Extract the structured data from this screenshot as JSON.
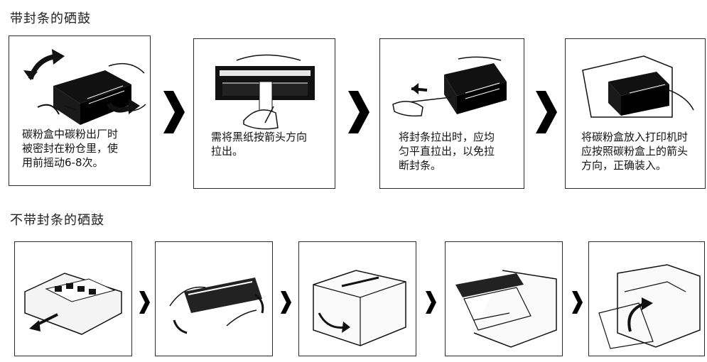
{
  "sections": [
    {
      "title": "带封条的硒鼓",
      "steps": [
        {
          "lines": [
            "碳粉盒中碳粉出厂时",
            "被密封在粉仓里，使",
            "用前摇动6-8次。"
          ],
          "icon": "shake-cartridge-illustration"
        },
        {
          "lines": [
            "需将黑纸按箭头方向",
            "拉出。"
          ],
          "icon": "pull-black-paper-illustration"
        },
        {
          "lines": [
            "将封条拉出时，应均",
            "匀平直拉出，以免拉",
            "断封条。"
          ],
          "icon": "pull-seal-strip-illustration"
        },
        {
          "lines": [
            "将碳粉盒放入打印机时",
            "应按照碳粉盒上的箭头",
            "方向，正确装入。"
          ],
          "icon": "insert-cartridge-illustration"
        }
      ]
    },
    {
      "title": "不带封条的硒鼓",
      "steps": [
        {
          "icon": "remove-cartridge-from-bag-illustration"
        },
        {
          "icon": "rotate-cartridge-illustration"
        },
        {
          "icon": "open-printer-cover-illustration"
        },
        {
          "icon": "insert-cartridge-into-printer-illustration"
        },
        {
          "icon": "close-printer-cover-illustration"
        }
      ]
    }
  ]
}
